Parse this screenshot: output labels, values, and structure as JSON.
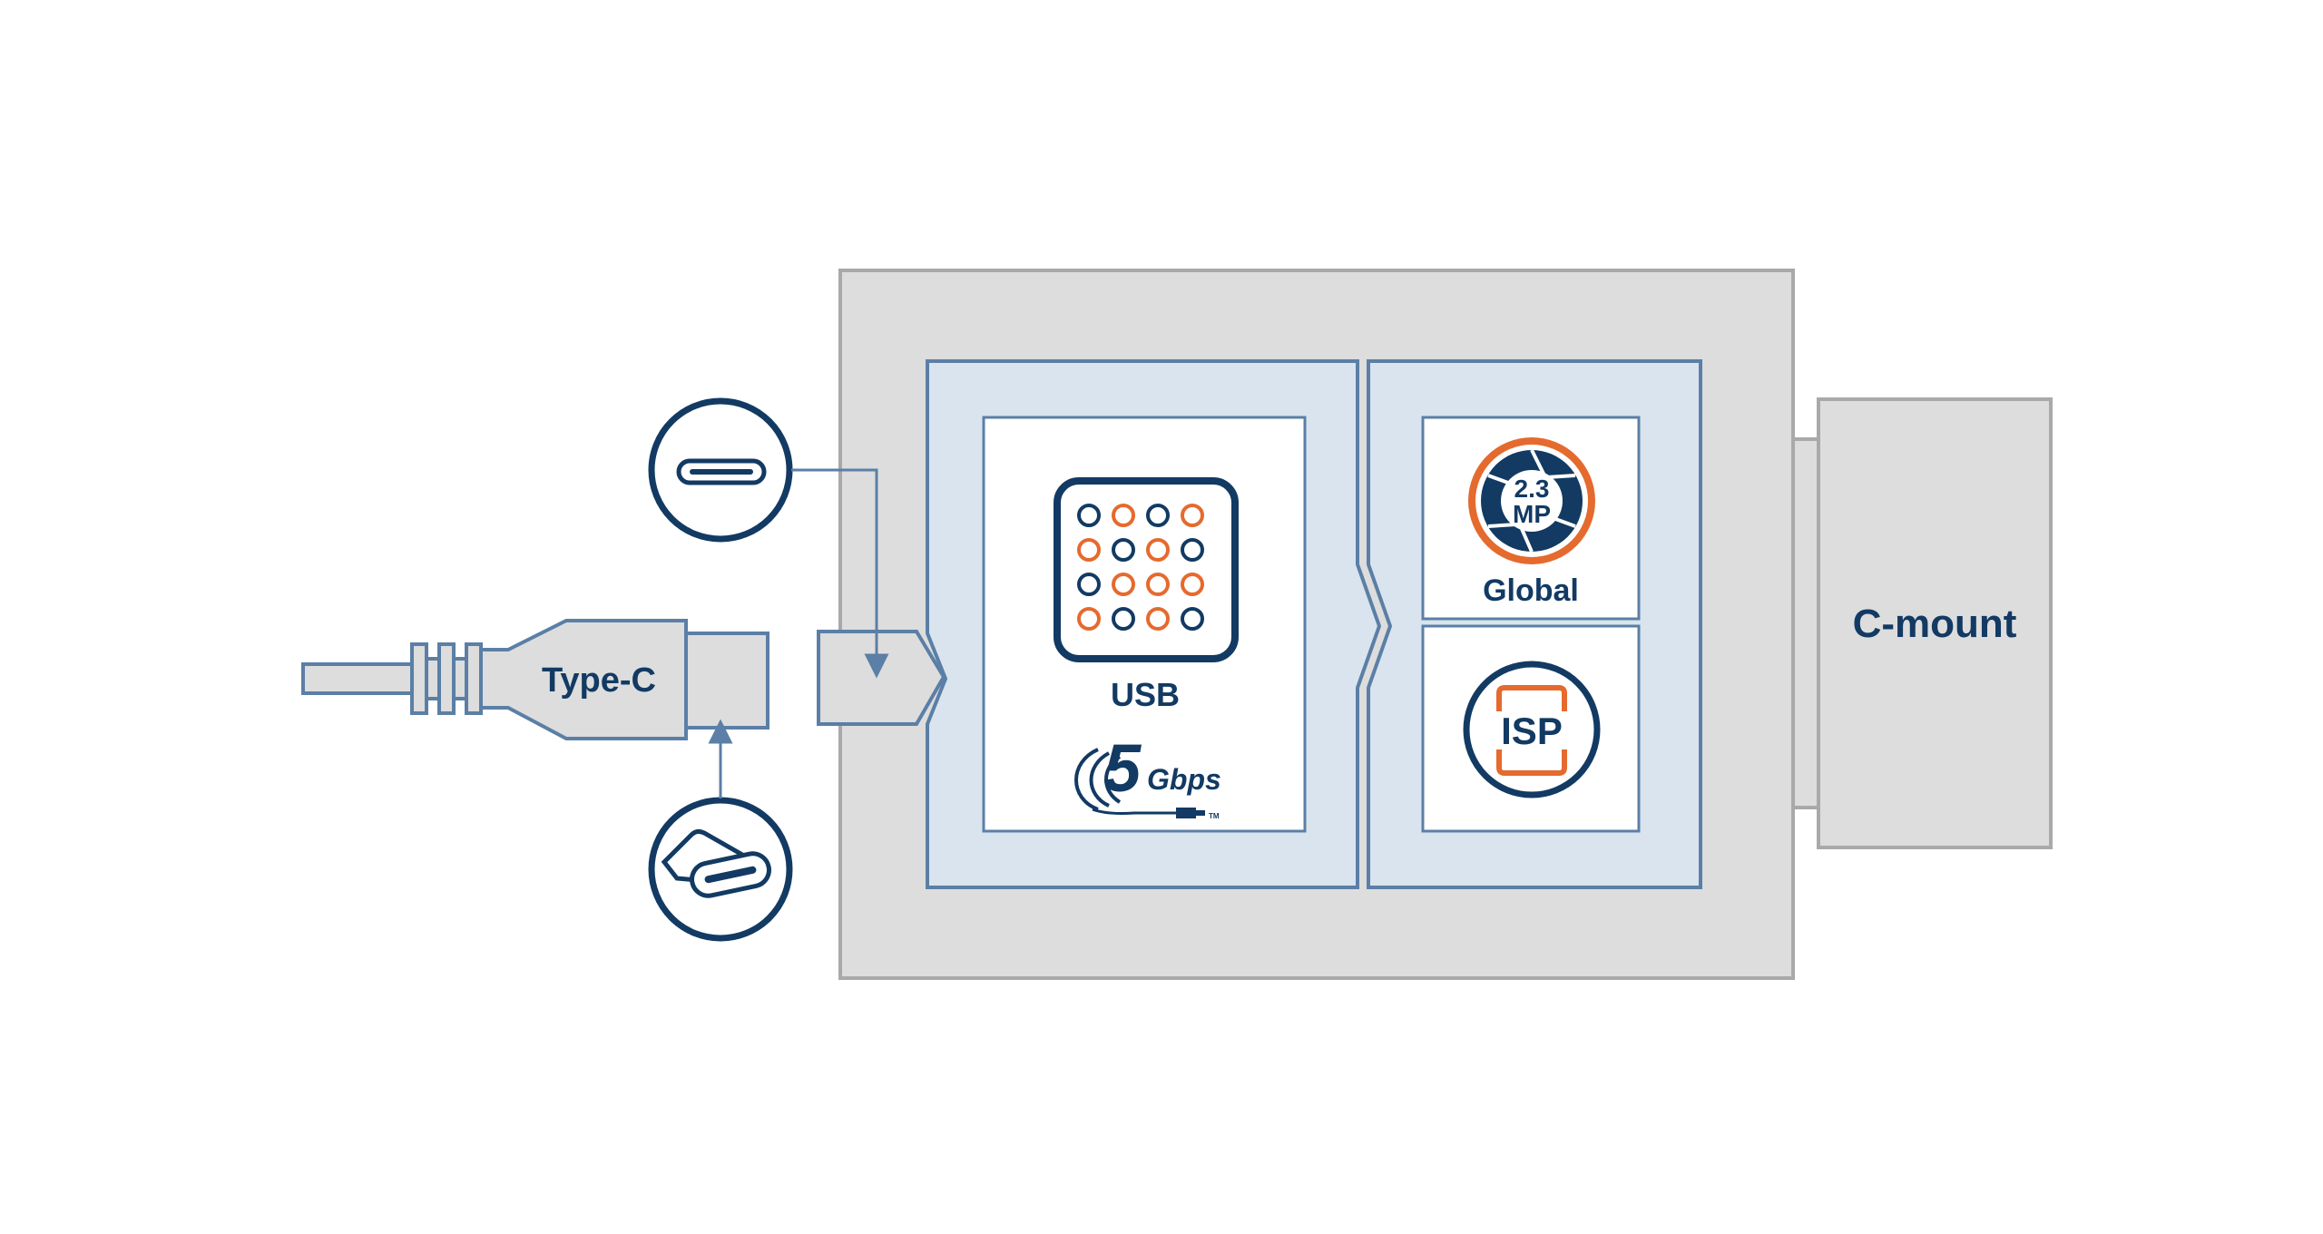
{
  "colors": {
    "navy": "#123a63",
    "steel": "#5b7fa6",
    "orange": "#e56a2e",
    "housing_fill": "#dddddd",
    "housing_stroke": "#a9a9a9",
    "panel_fill": "#d9e4ee",
    "white": "#ffffff"
  },
  "cable": {
    "label": "Type-C"
  },
  "lens": {
    "label": "C-mount"
  },
  "usb_block": {
    "label": "USB",
    "speed_number": "5",
    "speed_unit": "Gbps",
    "trademark": "TM",
    "dot_grid": [
      [
        "navy",
        "orange",
        "navy",
        "orange"
      ],
      [
        "orange",
        "navy",
        "orange",
        "navy"
      ],
      [
        "navy",
        "orange",
        "orange",
        "orange"
      ],
      [
        "orange",
        "navy",
        "orange",
        "navy"
      ]
    ]
  },
  "sensor_block": {
    "resolution_line1": "2.3",
    "resolution_line2": "MP",
    "shutter_label": "Global"
  },
  "isp_block": {
    "label": "ISP"
  },
  "icons": {
    "port_icon": "usb-c-port-icon",
    "plug_icon": "usb-c-plug-icon",
    "aperture_icon": "aperture-icon",
    "isp_icon": "isp-chip-icon",
    "dot_matrix_icon": "usb-dot-matrix-icon",
    "speed_icon": "usb-5gbps-icon"
  }
}
